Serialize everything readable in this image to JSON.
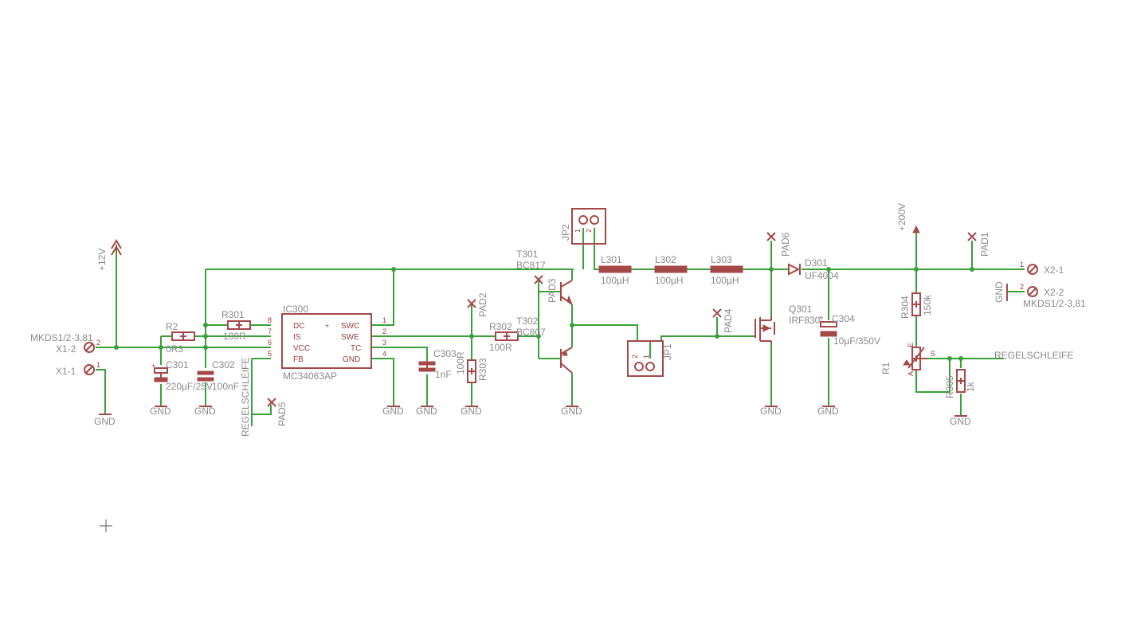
{
  "colors": {
    "wire": "#3aa13a",
    "part": "#a54848",
    "label": "#8a8a8a",
    "background": "#ffffff"
  },
  "labels": {
    "p12v": "+12V",
    "p200v": "+200V",
    "mkds_left": "MKDS1/2-3,81",
    "x1_2": "X1-2",
    "x1_1": "X1-1",
    "x2_1": "X2-1",
    "x2_2": "X2-2",
    "mkds_right": "MKDS1/2-3,81",
    "r2": "R2",
    "r2_val": "0R3",
    "r301": "R301",
    "r301_val": "100R",
    "c301": "C301",
    "c301_val": "220µF/25V",
    "c302": "C302",
    "c302_val": "100nF",
    "ic300": "IC300",
    "ic300_val": "MC34063AP",
    "ic_dc": "DC",
    "ic_is": "IS",
    "ic_vcc": "VCC",
    "ic_fb": "FB",
    "ic_swc": "SWC",
    "ic_swe": "SWE",
    "ic_tc": "TC",
    "ic_gnd": "GND",
    "pin8": "8",
    "pin7": "7",
    "pin6": "6",
    "pin5": "5",
    "pin1": "1",
    "pin2": "2",
    "pin3": "3",
    "pin4": "4",
    "c303": "C303",
    "c303_val": "1nF",
    "r303": "R303",
    "r303_val": "100R",
    "r302": "R302",
    "r302_val": "100R",
    "pad1": "PAD1",
    "pad2": "PAD2",
    "pad3": "PAD3",
    "pad4": "PAD4",
    "pad5": "PAD5",
    "pad6": "PAD6",
    "t301": "T301",
    "t301_val": "BC817",
    "t302": "T302",
    "t302_val": "BC807",
    "jp1": "JP1",
    "jp2": "JP2",
    "l301": "L301",
    "l302": "L302",
    "l303": "L303",
    "l_val": "100µH",
    "q301": "Q301",
    "q301_val": "IRF830",
    "d301": "D301",
    "d301_val": "UF4004",
    "c304": "C304",
    "c304_val": "10µF/350V",
    "r304": "R304",
    "r304_val": "150k",
    "r305": "R305",
    "r305_val": "1k",
    "r1": "R1",
    "r1_s": "S",
    "r1_a": "A",
    "r1_e": "E",
    "regelschleife": "REGELSCHLEIFE",
    "regelschleife_v": "REGELSCHLEIFE",
    "gnd": "GND",
    "pin_1": "1",
    "pin_2": "2"
  }
}
